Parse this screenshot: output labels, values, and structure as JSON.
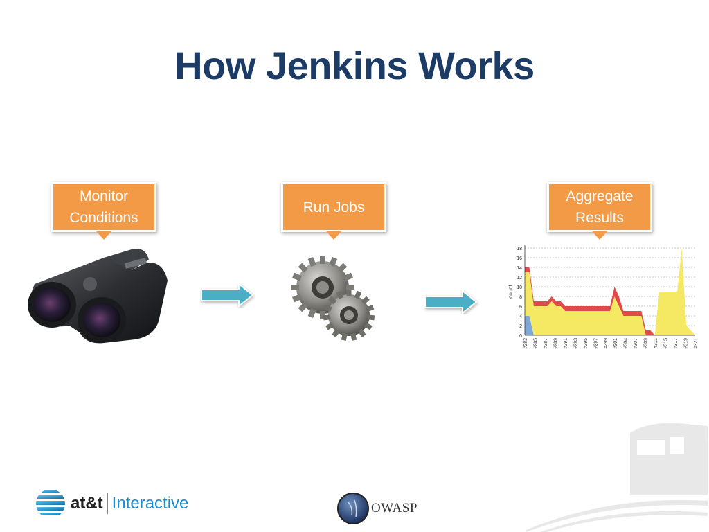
{
  "slide": {
    "title": "How Jenkins Works"
  },
  "steps": [
    {
      "label": "Monitor\nConditions",
      "icon": "binoculars-icon"
    },
    {
      "label": "Run Jobs",
      "icon": "gears-icon"
    },
    {
      "label": "Aggregate\nResults",
      "icon": "trend-chart-icon"
    }
  ],
  "colors": {
    "title": "#1c3c66",
    "callout": "#f39a47",
    "arrow": "#4aaec4",
    "chart_failed": "#e24a4a",
    "chart_skipped": "#f5e862",
    "chart_passed": "#7fa8d8"
  },
  "chart_data": {
    "type": "area",
    "ylabel": "count",
    "ylim": [
      0,
      18
    ],
    "yticks": [
      "0",
      "2",
      "4",
      "6",
      "8",
      "10",
      "12",
      "14",
      "16",
      "18"
    ],
    "xticks": [
      "#283",
      "#285",
      "#287",
      "#289",
      "#291",
      "#293",
      "#295",
      "#297",
      "#299",
      "#301",
      "#304",
      "#307",
      "#309",
      "#311",
      "#315",
      "#317",
      "#319",
      "#321"
    ],
    "grid": true,
    "series": [
      {
        "values": [
          4,
          4,
          0,
          0,
          0,
          0,
          0,
          0,
          0,
          0,
          0,
          0,
          0,
          0,
          0,
          0,
          0,
          0,
          0,
          0,
          0,
          0,
          0,
          0,
          0,
          0,
          0,
          0,
          0,
          0,
          0,
          0,
          0,
          0,
          0,
          0,
          0,
          0,
          0
        ]
      },
      {
        "values": [
          9,
          9,
          6,
          6,
          6,
          6,
          7,
          6,
          6,
          5,
          5,
          5,
          5,
          5,
          5,
          5,
          5,
          5,
          5,
          5,
          8,
          6,
          4,
          4,
          4,
          4,
          4,
          0,
          0,
          0,
          9,
          9,
          9,
          9,
          9,
          18,
          2,
          1,
          0
        ]
      },
      {
        "values": [
          1,
          1,
          1,
          1,
          1,
          1,
          1,
          1,
          1,
          1,
          1,
          1,
          1,
          1,
          1,
          1,
          1,
          1,
          1,
          1,
          2,
          2,
          1,
          1,
          1,
          1,
          1,
          1,
          1,
          0,
          0,
          0,
          0,
          0,
          0,
          0,
          0,
          0,
          0
        ]
      }
    ]
  },
  "footer": {
    "att_brand": "at&t",
    "att_sub": "Interactive",
    "owasp": "OWASP"
  }
}
